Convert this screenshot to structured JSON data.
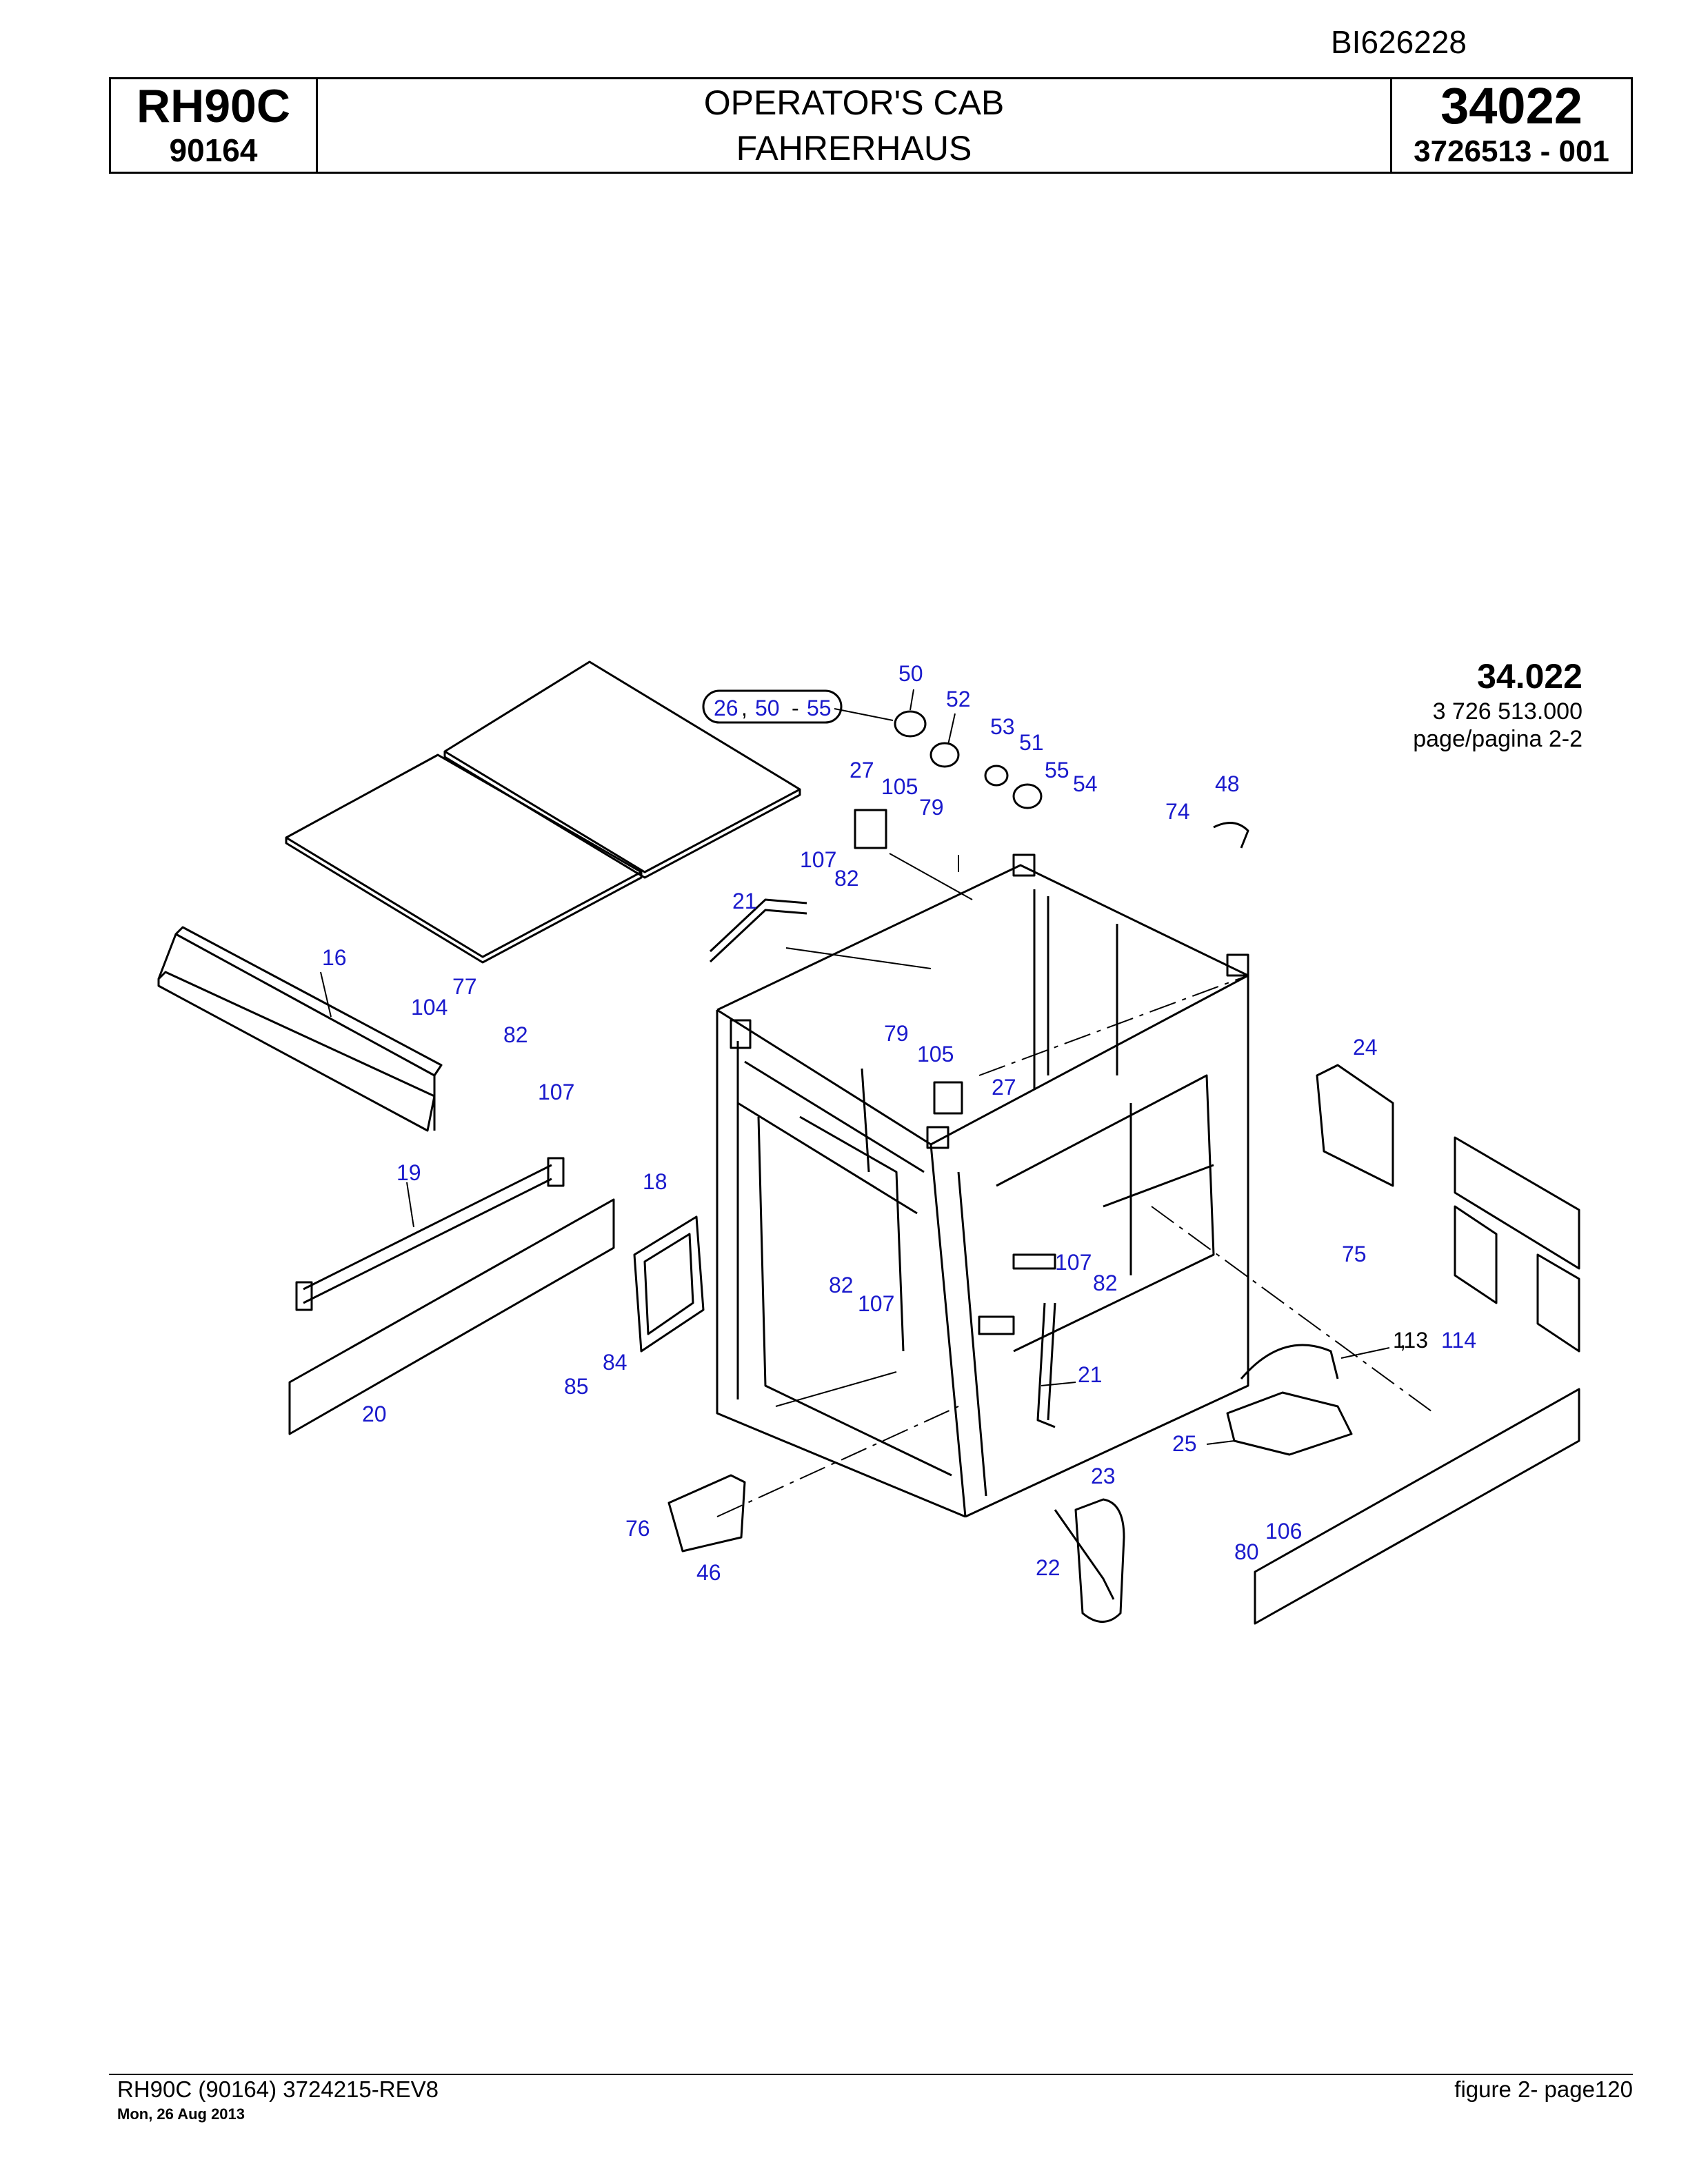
{
  "doc_code": "BI626228",
  "header": {
    "model": "RH90C",
    "serial": "90164",
    "title_en": "OPERATOR'S CAB",
    "title_de": "FAHRERHAUS",
    "group": "34022",
    "part_no": "3726513  - 001"
  },
  "figure": {
    "number": "34.022",
    "ref": "3 726 513.000",
    "page": "page/pagina 2-2",
    "callouts": [
      "50",
      "52",
      "53",
      "51",
      "55",
      "54",
      "48",
      "74",
      "27",
      "105",
      "79",
      "107",
      "82",
      "21",
      "16",
      "104",
      "77",
      "82",
      "107",
      "79",
      "105",
      "27",
      "24",
      "19",
      "18",
      "75",
      "107",
      "82",
      "82",
      "107",
      "21",
      "113",
      "114",
      "85",
      "84",
      "20",
      "25",
      "23",
      "76",
      "46",
      "22",
      "106",
      "80"
    ],
    "group_label": {
      "a": "26",
      "sep1": ",",
      "b": "50",
      "sep2": "-",
      "c": "55"
    },
    "callout_113_sep": ","
  },
  "footer": {
    "left": "RH90C (90164) 3724215-REV8",
    "date": "Mon, 26 Aug 2013",
    "right": "figure  2- page120"
  },
  "colors": {
    "callout": "#1a1acc",
    "line": "#000000"
  }
}
